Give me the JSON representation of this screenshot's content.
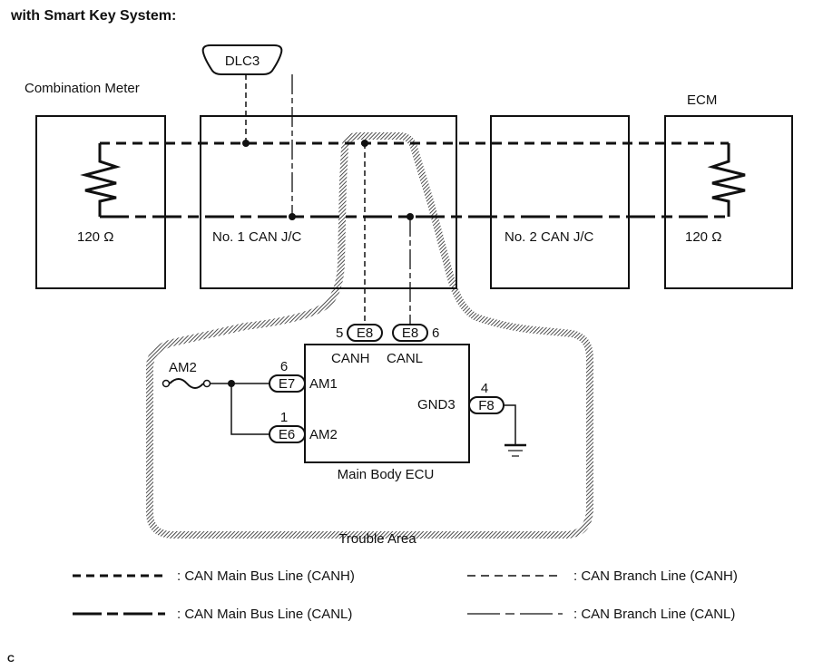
{
  "title": "with Smart Key System:",
  "components": {
    "dlc3": "DLC3",
    "combination_meter": "Combination Meter",
    "ecm": "ECM",
    "jc1": "No. 1 CAN J/C",
    "jc2": "No. 2 CAN J/C",
    "resistor_left": "120 Ω",
    "resistor_right": "120 Ω",
    "main_body_ecu": "Main Body ECU",
    "fuse": "AM2"
  },
  "ecu_pins": {
    "canh": {
      "label": "CANH",
      "connector": "E8",
      "pin": "5"
    },
    "canl": {
      "label": "CANL",
      "connector": "E8",
      "pin": "6"
    },
    "am1": {
      "label": "AM1",
      "connector": "E7",
      "pin": "6"
    },
    "am2": {
      "label": "AM2",
      "connector": "E6",
      "pin": "1"
    },
    "gnd3": {
      "label": "GND3",
      "connector": "F8",
      "pin": "4"
    }
  },
  "trouble_area": "Trouble Area",
  "legend": [
    {
      "style": "main-canh",
      "label": ": CAN Main Bus Line (CANH)"
    },
    {
      "style": "branch-canh",
      "label": ": CAN Branch Line (CANH)"
    },
    {
      "style": "main-canl",
      "label": ": CAN Main Bus Line (CANL)"
    },
    {
      "style": "branch-canl",
      "label": ": CAN Branch Line (CANL)"
    }
  ],
  "footer_code": "C"
}
